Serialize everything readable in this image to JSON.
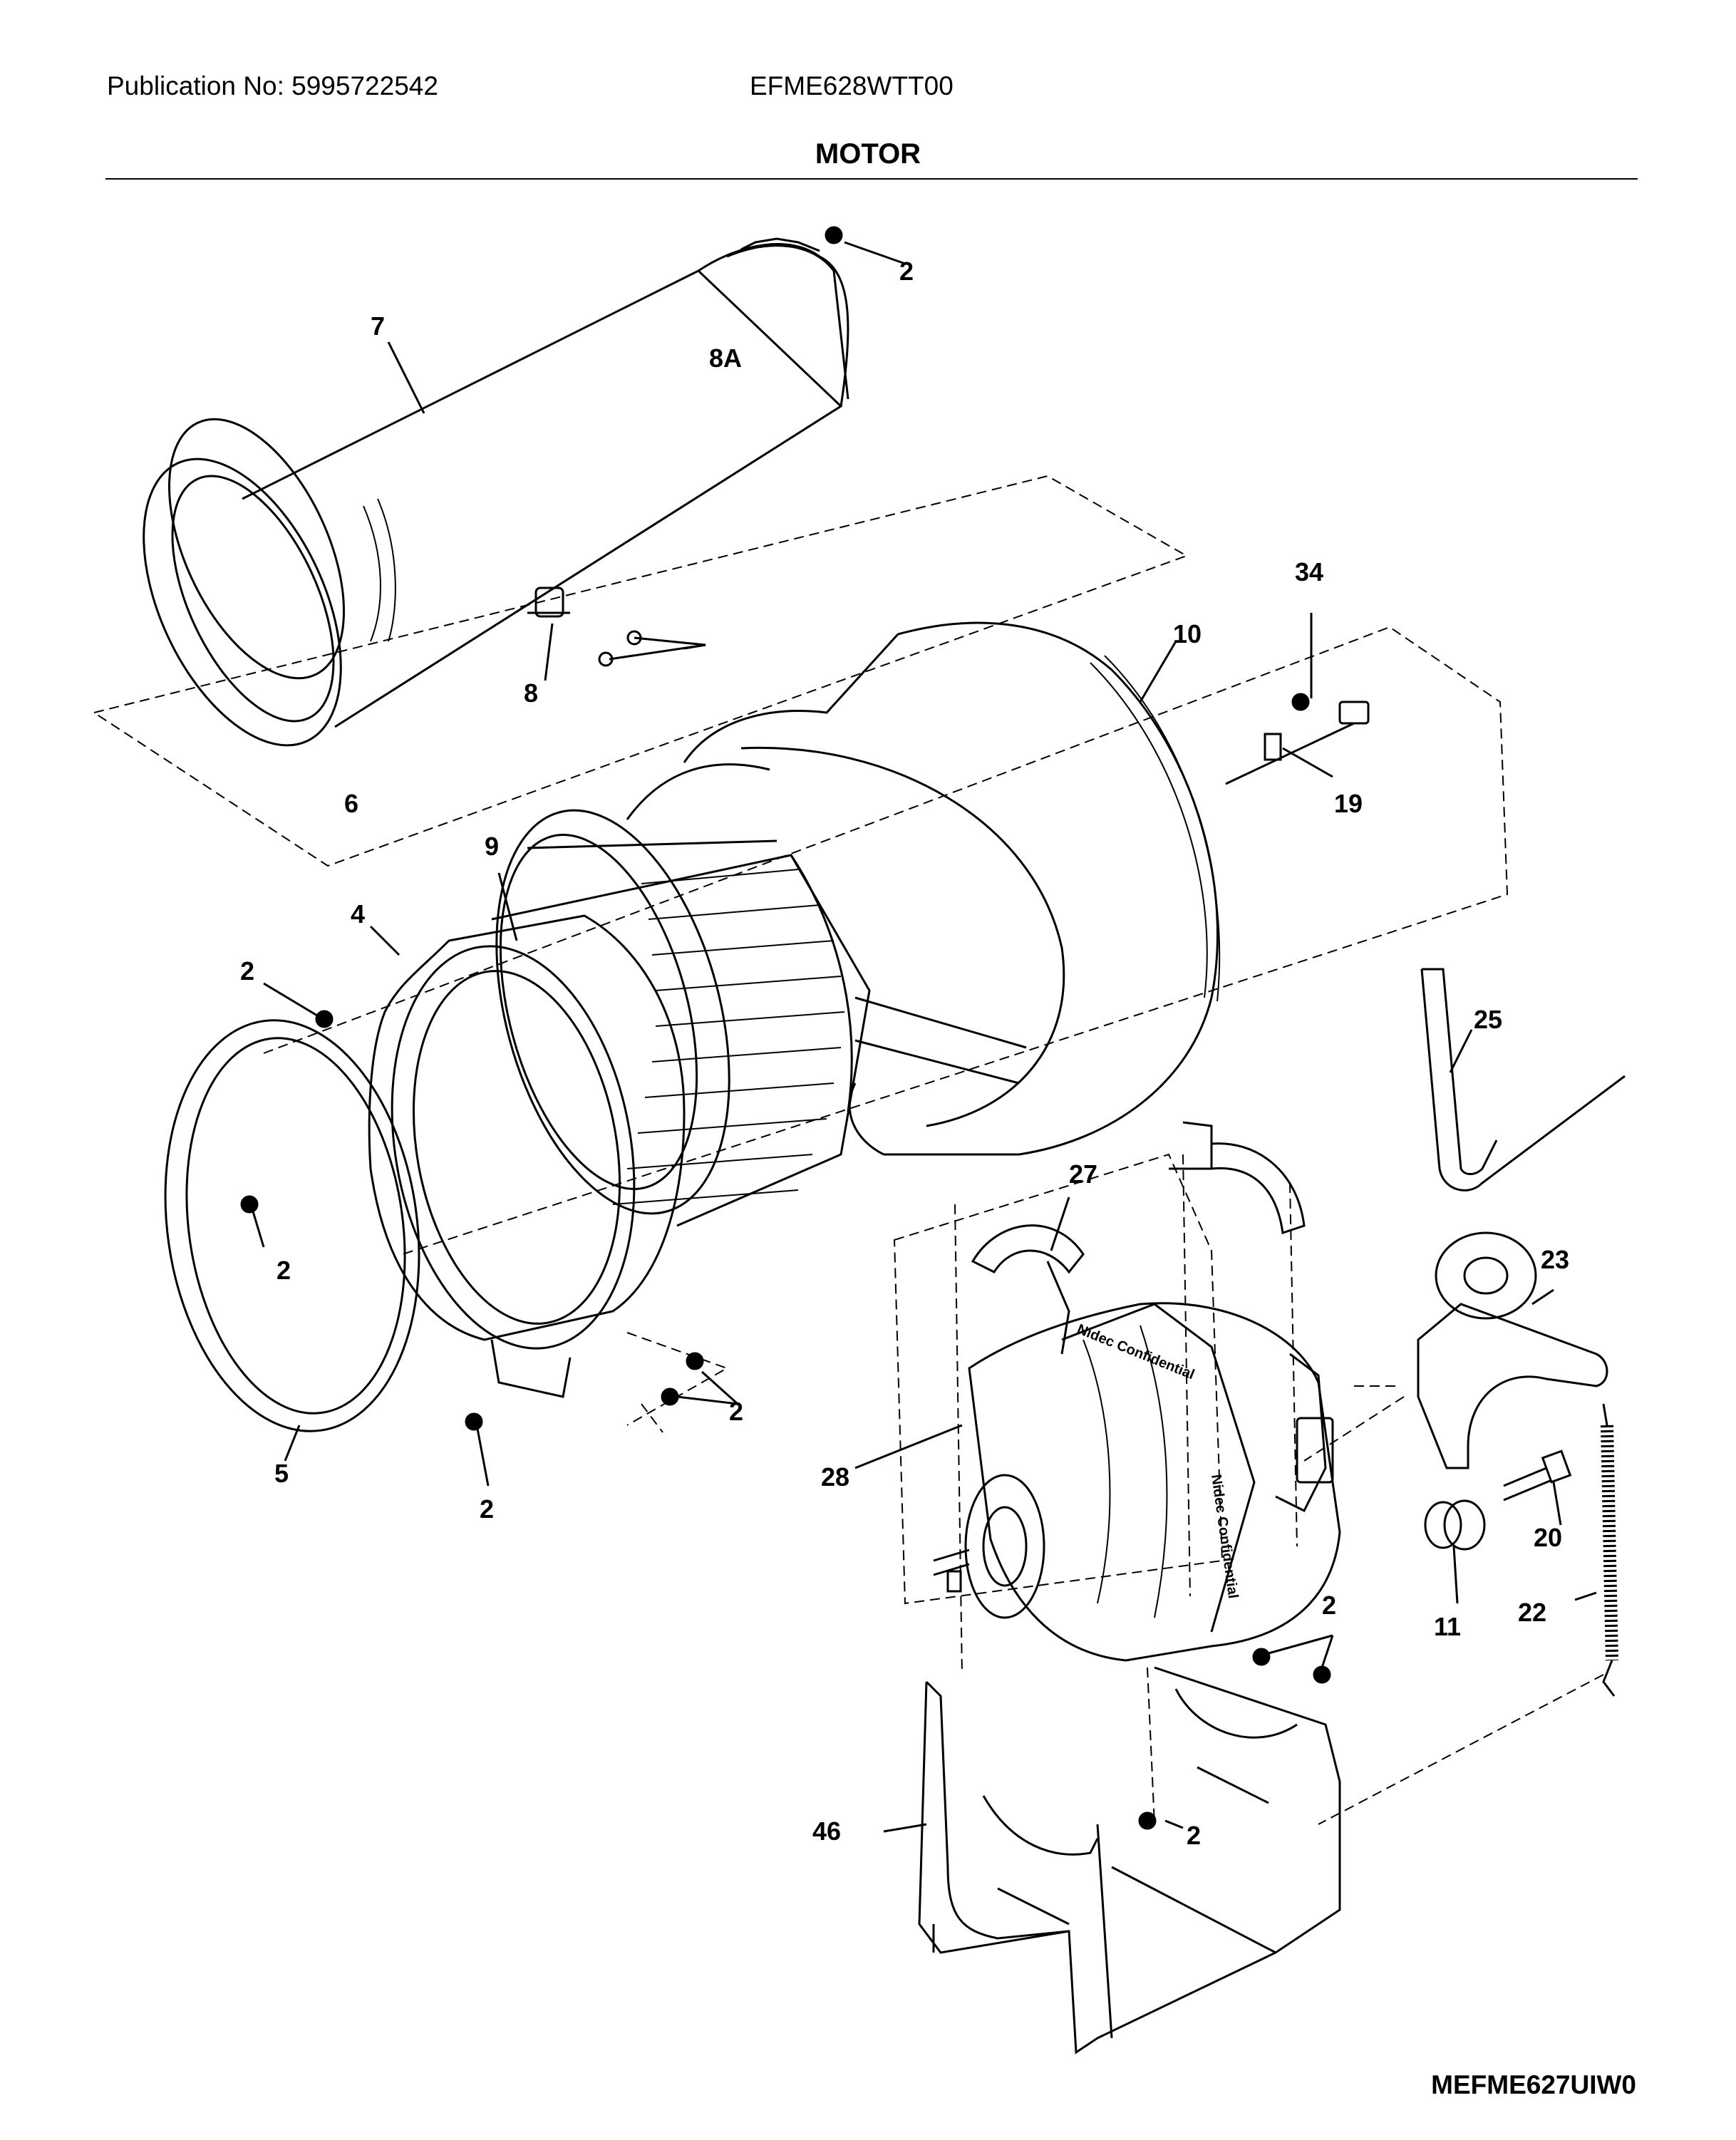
{
  "header": {
    "publication": "Publication No: 5995722542",
    "model": "EFME628WTT00",
    "section_title": "MOTOR"
  },
  "footer": {
    "diagram_code": "MEFME627UIW0"
  },
  "stamp_text": {
    "motor_label_top": "Nidec Confidential",
    "motor_label_side": "Nidec Confidential"
  },
  "callouts": {
    "c2": "2",
    "c4": "4",
    "c5": "5",
    "c6": "6",
    "c7": "7",
    "c8": "8",
    "c8a": "8A",
    "c9": "9",
    "c10": "10",
    "c11": "11",
    "c19": "19",
    "c20": "20",
    "c22": "22",
    "c23": "23",
    "c25": "25",
    "c27": "27",
    "c28": "28",
    "c34": "34",
    "c46": "46"
  }
}
